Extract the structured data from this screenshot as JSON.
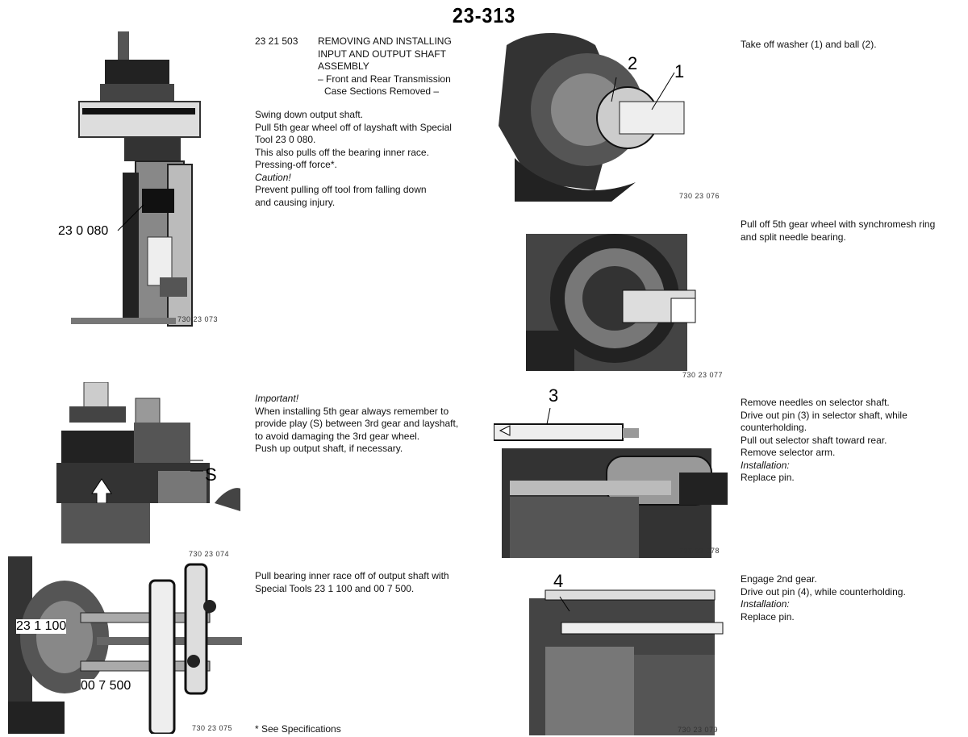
{
  "page_number": "23-313",
  "header": {
    "code": "23 21 503",
    "title_lines": [
      "REMOVING AND INSTALLING",
      "INPUT AND OUTPUT SHAFT",
      "ASSEMBLY"
    ],
    "subtitle_lines": [
      "– Front and Rear Transmission",
      "Case Sections Removed –"
    ]
  },
  "left_column": {
    "block1": [
      "Swing down output shaft.",
      "Pull 5th gear wheel off of layshaft with Special",
      "Tool 23 0 080.",
      "This also pulls off the bearing inner race.",
      "Pressing-off force*.",
      "Caution!",
      "Prevent pulling off tool from falling down",
      "and causing injury."
    ],
    "block2": [
      "Important!",
      "When installing 5th gear always remember to",
      "provide play (S) between 3rd gear and layshaft,",
      "to avoid damaging the 3rd gear wheel.",
      "Push up output shaft, if necessary."
    ],
    "block3": [
      "Pull bearing inner race off of output shaft with",
      "Special Tools 23 1 100 and 00 7 500."
    ],
    "footnote": "* See Specifications"
  },
  "right_column": {
    "block1": [
      "Take off washer (1) and ball (2)."
    ],
    "block2": [
      "Pull off 5th gear wheel with synchromesh ring",
      "and split needle bearing."
    ],
    "block3": [
      "Remove needles on selector shaft.",
      "Drive out pin (3) in selector shaft, while",
      "counterholding.",
      "Pull out selector shaft toward rear.",
      "Remove selector arm.",
      "Installation:",
      "Replace pin."
    ],
    "block4": [
      "Engage 2nd gear.",
      "Drive out pin (4), while counterholding.",
      "Installation:",
      "Replace pin."
    ]
  },
  "figures": {
    "fig073": {
      "code": "730 23 073",
      "callout": "23 0 080"
    },
    "fig074": {
      "code": "730 23 074",
      "callout": "S"
    },
    "fig075": {
      "code": "730 23 075",
      "callout1": "23 1 100",
      "callout2": "00 7 500"
    },
    "fig076": {
      "code": "730 23 076",
      "callout1": "2",
      "callout2": "1"
    },
    "fig077": {
      "code": "730 23 077"
    },
    "fig078": {
      "code": "730 23 078",
      "callout": "3"
    },
    "fig079": {
      "code": "730 23 079",
      "callout": "4"
    }
  }
}
